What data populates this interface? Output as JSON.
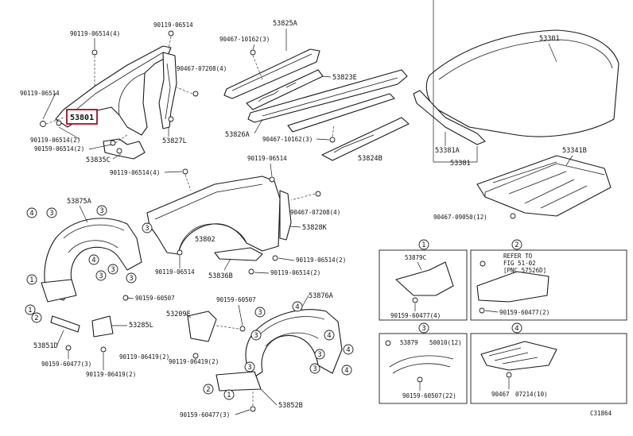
{
  "labels": {
    "l1": "90119-06514(4)",
    "l2": "90119-06514",
    "l3": "90467-07208(4)",
    "l4": "90119-06514",
    "l5": "53801",
    "l6": "90119-06514(2)",
    "l7": "90159-06514(2)",
    "l8": "53835C",
    "l9": "53827L",
    "l10": "53825A",
    "l11": "90467-10162(3)",
    "l12": "53823E",
    "l13": "53826A",
    "l14": "90467-10162(3)",
    "l15": "53824B",
    "l16": "53301",
    "l17": "53381A",
    "l18": "53381",
    "l19": "53341B",
    "l20": "90467-09050(12)",
    "l21": "90119-06514(4)",
    "l22": "90119-06514",
    "l23": "90467-07208(4)",
    "l24": "53802",
    "l25": "53828K",
    "l26": "90119-06514",
    "l27": "53836B",
    "l28": "90119-06514(2)",
    "l29": "90119-06514(2)",
    "l30": "53875A",
    "l31": "90159-60507",
    "l32": "53285L",
    "l33": "53851D",
    "l34": "90159-60477(3)",
    "l35": "90119-06419(2)",
    "l36": "53209E",
    "l37": "90159-60507",
    "l38": "90119-06419(2)",
    "l39": "53876A",
    "l40": "90159-60477(3)",
    "l41": "53852B",
    "b1_part": "53879C",
    "b1_fast": "90159-60477(4)",
    "b2_ref1": "REFER TO",
    "b2_ref2": "FIG 51-02",
    "b2_ref3": "[PNC 57526D]",
    "b2_fast": "90159-60477(2)",
    "b3_part": "53879",
    "b3_part2": "50010(12)",
    "b3_fast": "90159-60507(22)",
    "b4_fast": "90467",
    "b4_fast2": "07214(10)",
    "code": "C31864"
  },
  "circles": [
    "1",
    "2",
    "3",
    "4"
  ]
}
